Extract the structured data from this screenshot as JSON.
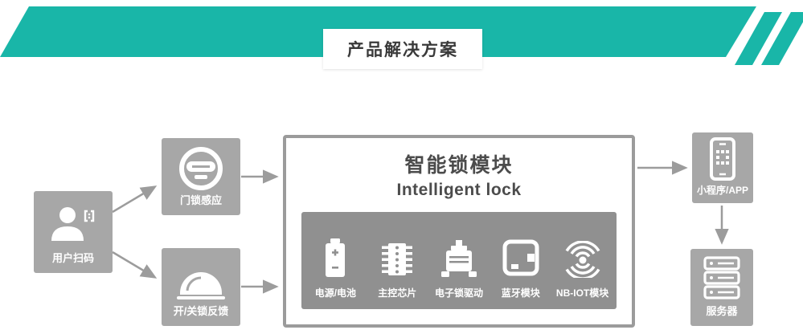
{
  "banner": {
    "title": "产品解决方案",
    "accent_color": "#19b6a8"
  },
  "flow": {
    "user": {
      "label": "用户扫码"
    },
    "door_sensor": {
      "label": "门锁感应"
    },
    "lock_feedback": {
      "label": "开/关锁反馈"
    },
    "module": {
      "title": "智能锁模块",
      "subtitle": "Intelligent lock",
      "components": [
        {
          "label": "电源/电池",
          "icon": "battery-icon"
        },
        {
          "label": "主控芯片",
          "icon": "chip-icon"
        },
        {
          "label": "电子锁驱动",
          "icon": "lock-driver-icon"
        },
        {
          "label": "蓝牙模块",
          "icon": "bluetooth-module-icon"
        },
        {
          "label": "NB-IOT模块",
          "icon": "nbiot-signal-icon"
        }
      ]
    },
    "app": {
      "label": "小程序/APP"
    },
    "server": {
      "label": "服务器"
    }
  },
  "colors": {
    "accent_teal": "#19b6a8",
    "node_gray": "#a7a7a7",
    "panel_gray": "#909090",
    "arrow_gray": "#9c9c9c",
    "heading_text": "#4c4c4c"
  }
}
